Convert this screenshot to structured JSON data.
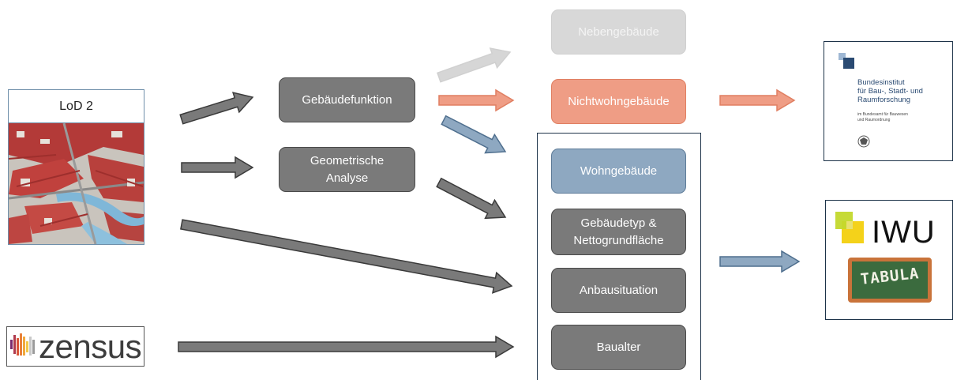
{
  "sources": {
    "lod_title": "LoD 2",
    "zensus_label": "zensus"
  },
  "process": {
    "gebaeudefunktion": "Gebäudefunktion",
    "geometrische_analyse": "Geometrische\nAnalyse"
  },
  "classes": {
    "nebengebaeude": "Nebengebäude",
    "nichtwohngebaeude": "Nichtwohngebäude",
    "wohngebaeude": "Wohngebäude"
  },
  "attributes": {
    "gebaeudetyp": "Gebäudetyp &\nNettogrundfläche",
    "anbausituation": "Anbausituation",
    "baualter": "Baualter"
  },
  "outputs": {
    "bbsr_title": "Bundesinstitut\nfür Bau-, Stadt- und\nRaumforschung",
    "bbsr_subtitle": "im Bundesamt für Bauwesen\nund Raumordnung",
    "iwu_label": "IWU",
    "tabula_label": "TABULA"
  },
  "colors": {
    "arrow_dark": "#7a7a7a",
    "arrow_light": "#d6d6d6",
    "arrow_salmon": "#ef9d85",
    "arrow_blue": "#8ea8c1",
    "frame": "#1d3349"
  }
}
